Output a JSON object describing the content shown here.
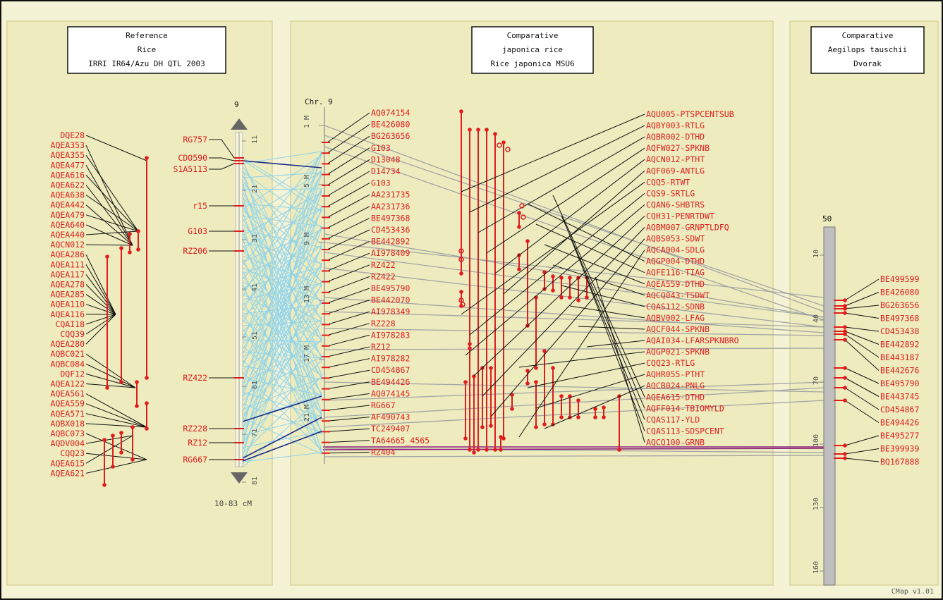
{
  "panels": {
    "reference": {
      "title_lines": [
        "Reference",
        "Rice",
        "IRRI IR64/Azu DH QTL 2003"
      ]
    },
    "comparative1": {
      "title_lines": [
        "Comparative",
        "japonica rice",
        "Rice japonica MSU6"
      ]
    },
    "comparative2": {
      "title_lines": [
        "Comparative",
        "Aegilops tauschii",
        "Dvorak"
      ]
    }
  },
  "ref_map": {
    "top_label": "9",
    "range_label": "10-83 cM",
    "ticks": [
      "11",
      "21",
      "31",
      "41",
      "51",
      "61",
      "71",
      "81"
    ],
    "markers": [
      "RG757",
      "CDO590",
      "S1A5113",
      "r15",
      "G103",
      "RZ206",
      "RZ422",
      "RZ228",
      "RZ12",
      "RG667"
    ],
    "qtls": [
      "DQE28",
      "AQEA353",
      "AQEA355",
      "AQEA477",
      "AQEA616",
      "AQEA622",
      "AQEA638",
      "AQEA442",
      "AQEA479",
      "AQEA640",
      "AQEA440",
      "AQCN012",
      "AQEA286",
      "AQEA111",
      "AQEA117",
      "AQEA278",
      "AQEA285",
      "AQEA110",
      "AQEA116",
      "CQAI18",
      "CQQ39",
      "AQEA280",
      "AQBC021",
      "AQBC084",
      "DQF12",
      "AQEA122",
      "AQEA561",
      "AQEA559",
      "AQEA571",
      "AQBX018",
      "AQBC073",
      "AQDV004",
      "CQQ23",
      "AQEA615",
      "AQEA621"
    ]
  },
  "comp1": {
    "chr_label": "Chr. 9",
    "ticks": [
      "1 M",
      "5 M",
      "9 M",
      "13 M",
      "17 M",
      "21 M"
    ],
    "markers": [
      "AQ074154",
      "BE426080",
      "BG263656",
      "G103",
      "D13048",
      "D14734",
      "G103",
      "AA231735",
      "AA231736",
      "BE497368",
      "CD453436",
      "BE442892",
      "AI978409",
      "RZ422",
      "RZ422",
      "BE495790",
      "BE442070",
      "AI978349",
      "RZ228",
      "AI978283",
      "RZ12",
      "AI978282",
      "CD454867",
      "BE494426",
      "AQ074145",
      "RG667",
      "AF490743",
      "TC249407",
      "TA64665_4565",
      "RZ404"
    ],
    "qtls": [
      "AQU005-PTSPCENTSUB",
      "AQBY003-RTLG",
      "AQBR002-DTHD",
      "AQFW027-SPKNB",
      "AQCN012-PTHT",
      "AQF069-ANTLG",
      "CQQ5-RTWT",
      "CQS9-SRTLG",
      "CQAN6-SHBTRS",
      "CQH31-PENRTDWT",
      "AQBM007-GRNPTLDFQ",
      "AQBS053-SDWT",
      "AQCA004-SDLG",
      "AQGP004-DTHD",
      "AQFE116-TIAG",
      "AQEA559-DTHD",
      "AQCQ043-TSDWT",
      "CQAS112-SDNB",
      "AQBV002-LFAG",
      "AQCF044-SPKNB",
      "AQAI034-LFARSPKNBRO",
      "AQGP021-SPKNB",
      "CQQ23-RTLG",
      "AQHR055-PTHT",
      "AQCB024-PNLG",
      "AQEA615-DTHD",
      "AQFF014-TBIOMYLD",
      "CQAS117-YLD",
      "CQAS113-SDSPCENT",
      "AQCQ100-GRNB"
    ]
  },
  "comp2": {
    "top_label": "50",
    "ticks": [
      "10",
      "40",
      "70",
      "100",
      "130",
      "160"
    ],
    "markers": [
      "BE499599",
      "BE426080",
      "BG263656",
      "BE497368",
      "CD453438",
      "BE442892",
      "BE443187",
      "BE442676",
      "BE495790",
      "BE443745",
      "CD454867",
      "BE494426",
      "BE495277",
      "BE399939",
      "BQ167888"
    ]
  },
  "footer": {
    "version": "CMap v1.01"
  },
  "colors": {
    "accent_red": "#e01c1c",
    "panel_bg": "#eeecbf",
    "link_cyan": "#8fd3ea",
    "link_navy": "#1b2a8a",
    "link_gray": "#a4a4a4",
    "link_purple": "#8a1f7a"
  },
  "icons": {
    "up": "triangle-up-icon",
    "down": "triangle-down-icon"
  }
}
